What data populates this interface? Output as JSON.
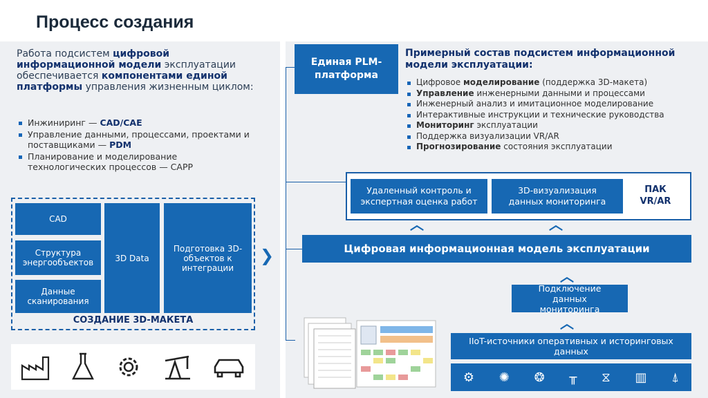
{
  "title": "Процесс создания",
  "intro": {
    "p1": "Работа подсистем ",
    "b1": "цифровой информационной модели",
    "p2": " эксплуатации обеспечивается ",
    "b2": "компонентами единой платформы",
    "p3": " управления жизненным циклом:"
  },
  "left_bullets": [
    {
      "text": "Инжиниринг — ",
      "bold": "CAD/CAE",
      "tail": ""
    },
    {
      "text": "Управление данными, процессами, проектами и поставщиками — ",
      "bold": "PDM",
      "tail": ""
    },
    {
      "text": "Планирование и моделирование технологических процессов — CAPP",
      "bold": "",
      "tail": ""
    }
  ],
  "model_blocks": {
    "cad": "CAD",
    "structure": "Структура энергообъектов",
    "scan": "Данные сканирования",
    "data3d": "3D Data",
    "prep": "Подготовка 3D-объектов к интеграции",
    "caption": "СОЗДАНИЕ 3D-МАКЕТА"
  },
  "plm": "Единая PLM-платформа",
  "right_head": "Примерный состав подсистем информационной модели эксплуатации:",
  "right_bullets": [
    {
      "pre": "Цифровое ",
      "bold": "моделирование",
      "post": " (поддержка 3D-макета)"
    },
    {
      "pre": "",
      "bold": "Управление",
      "post": " инженерными данными и процессами"
    },
    {
      "pre": "Инженерный анализ и имитационное моделирование",
      "bold": "",
      "post": ""
    },
    {
      "pre": "Интерактивные инструкции и технические руководства",
      "bold": "",
      "post": ""
    },
    {
      "pre": "",
      "bold": "Мониторинг",
      "post": " эксплуатации"
    },
    {
      "pre": "Поддержка визуализации VR/AR",
      "bold": "",
      "post": ""
    },
    {
      "pre": "",
      "bold": "Прогнозирование",
      "post": " состояния эксплуатации"
    }
  ],
  "pak": {
    "remote": "Удаленный контроль и экспертная оценка работ",
    "viz": "3D-визуализация данных мониторинга",
    "label": "ПАК VR/AR"
  },
  "digital_model": "Цифровая информационная модель эксплуатации",
  "connect": "Подключение данных мониторинга",
  "iot": "IIoT-источники оперативных и историнговых данных",
  "icons_left": [
    "factory-icon",
    "flask-icon",
    "gear-icon",
    "pumpjack-icon",
    "car-icon"
  ],
  "icons_iot": [
    "pump-icon",
    "turbine-icon",
    "fan-icon",
    "pipeline-icon",
    "valve-icon",
    "plant-icon",
    "tower-icon"
  ],
  "colors": {
    "accent": "#1768b3",
    "dark": "#12316d",
    "bg": "#eef0f3"
  }
}
